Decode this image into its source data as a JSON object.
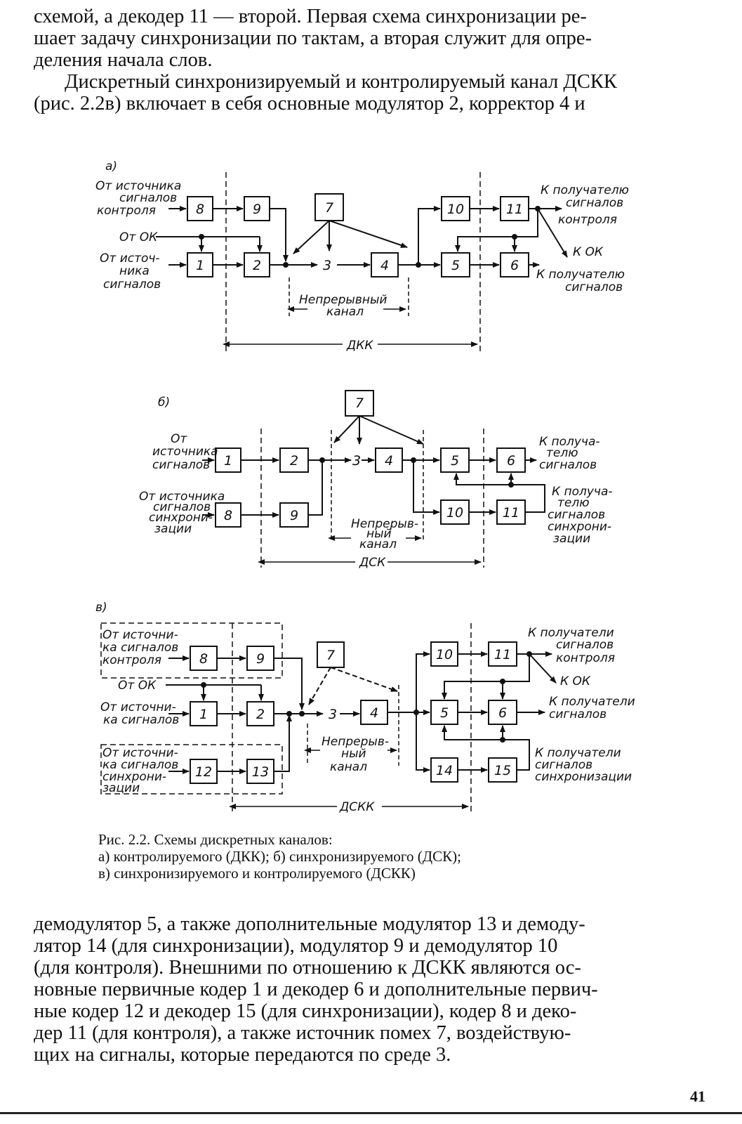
{
  "paragraph_top": {
    "line1": "схемой, а декодер 11 — второй. Первая схема синхронизации ре-",
    "line2": "шает задачу синхронизации по тактам, а вторая служит для опре-",
    "line3": "деления начала слов.",
    "line4": "Дискретный синхронизируемый и контролируемый канал ДСКК",
    "line5": "(рис. 2.2в) включает в себя основные модулятор 2, корректор 4 и"
  },
  "figure": {
    "diagram_a": {
      "letter": "а)",
      "label_src_ctrl": [
        "От источника",
        "сигналов",
        "контроля"
      ],
      "label_ok": "От ОК",
      "label_src_sig": [
        "От источ-",
        "ника",
        "сигналов"
      ],
      "label_dst_ctrl": [
        "К получателю",
        "сигналов",
        "контроля"
      ],
      "label_to_ok": "К ОК",
      "label_dst_sig": [
        "К получателю",
        "сигналов"
      ],
      "label_channel": [
        "Непрерывный",
        "канал"
      ],
      "label_span": "ДКК",
      "blocks": [
        "8",
        "9",
        "7",
        "10",
        "11",
        "1",
        "2",
        "3",
        "4",
        "5",
        "6"
      ]
    },
    "diagram_b": {
      "letter": "б)",
      "label_src_sig": [
        "От",
        "источника",
        "сигналов"
      ],
      "label_src_sync": [
        "От источника",
        "сигналов",
        "синхрони-",
        "зации"
      ],
      "label_dst_sig": [
        "К получа-",
        "телю",
        "сигналов"
      ],
      "label_dst_sync": [
        "К получа-",
        "телю",
        "сигналов",
        "синхрони-",
        "зации"
      ],
      "label_channel": [
        "Непрерыв-",
        "ный",
        "канал"
      ],
      "label_span": "ДСК",
      "blocks": [
        "7",
        "1",
        "2",
        "3",
        "4",
        "5",
        "6",
        "8",
        "9",
        "10",
        "11"
      ]
    },
    "diagram_c": {
      "letter": "в)",
      "label_src_ctrl": [
        "От источни-",
        "ка сигналов",
        "контроля"
      ],
      "label_ok": "От ОК",
      "label_src_sig": [
        "От источни-",
        "ка сигналов"
      ],
      "label_src_sync": [
        "От источни-",
        "ка сигналов",
        "синхрони-",
        "зации"
      ],
      "label_dst_ctrl": [
        "К получатели",
        "сигналов",
        "контроля"
      ],
      "label_to_ok": "К ОК",
      "label_dst_sig": [
        "К получатели",
        "сигналов"
      ],
      "label_dst_sync": [
        "К получатели",
        "сигналов",
        "синхронизации"
      ],
      "label_channel": [
        "Непрерыв-",
        "ный",
        "канал"
      ],
      "label_span": "ДСКК",
      "blocks": [
        "8",
        "9",
        "7",
        "10",
        "11",
        "1",
        "2",
        "3",
        "4",
        "5",
        "6",
        "12",
        "13",
        "14",
        "15"
      ]
    }
  },
  "caption": {
    "line1": "Рис. 2.2. Схемы дискретных каналов:",
    "line2": "а) контролируемого (ДКК);   б) синхронизируемого (ДСК);",
    "line3": "в) синхронизируемого и контролируемого (ДСКК)"
  },
  "paragraph_bottom": {
    "line1": "демодулятор 5, а также дополнительные модулятор 13 и демоду-",
    "line2": "лятор 14 (для синхронизации), модулятор 9 и демодулятор 10",
    "line3": "(для контроля). Внешними по отношению к ДСКК являются ос-",
    "line4": "новные первичные кодер 1 и декодер 6 и дополнительные первич-",
    "line5": "ные кодер 12 и декодер 15 (для синхронизации), кодер 8 и деко-",
    "line6": "дер 11 (для контроля), а также источник помех 7, воздействую-",
    "line7": "щих на сигналы, которые передаются по среде 3."
  },
  "page_number": "41"
}
